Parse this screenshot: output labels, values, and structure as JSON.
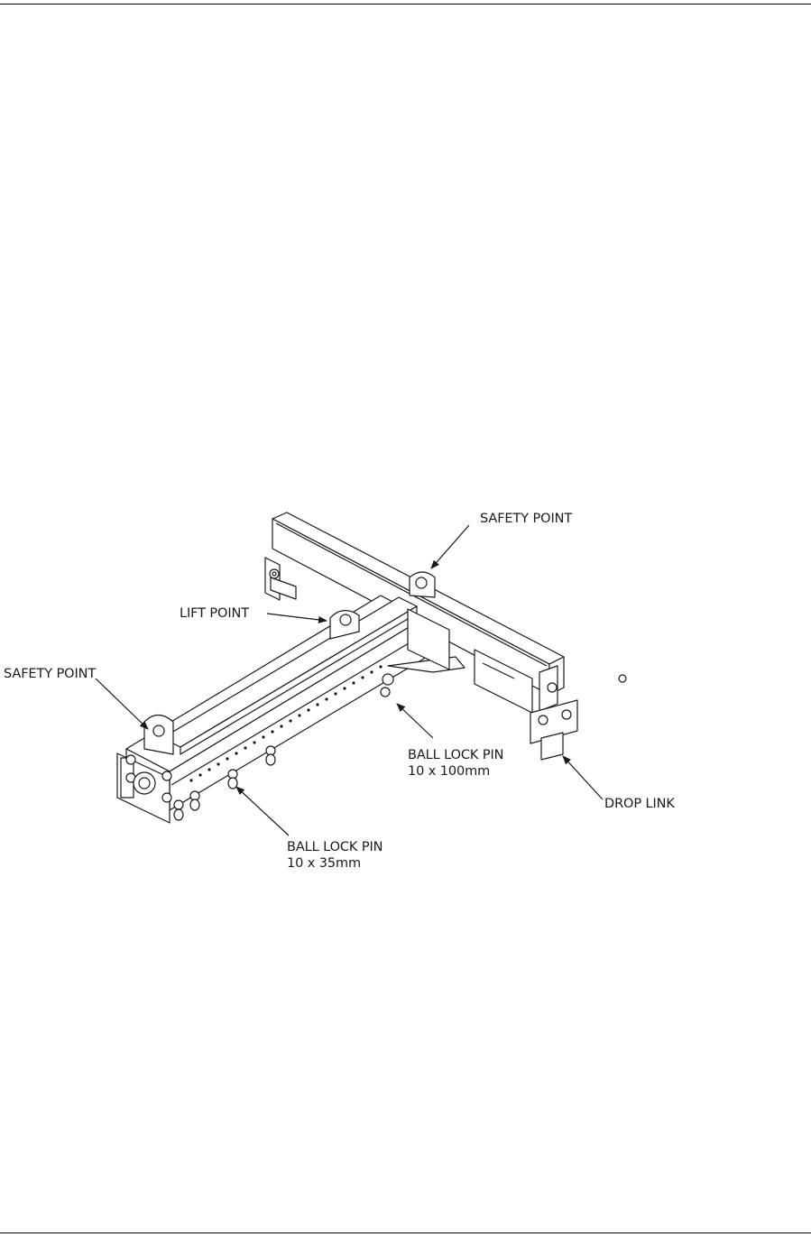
{
  "labels": {
    "safety_point_top": "SAFETY POINT",
    "lift_point": "LIFT POINT",
    "safety_point_left": "SAFETY POINT",
    "ball_lock_pin_long": {
      "name": "BALL LOCK PIN",
      "size": "10 x 100mm"
    },
    "drop_link": "DROP LINK",
    "ball_lock_pin_short": {
      "name": "BALL LOCK PIN",
      "size": "10 x 35mm"
    }
  },
  "colors": {
    "line": "#1a1a1a",
    "background": "#ffffff"
  }
}
